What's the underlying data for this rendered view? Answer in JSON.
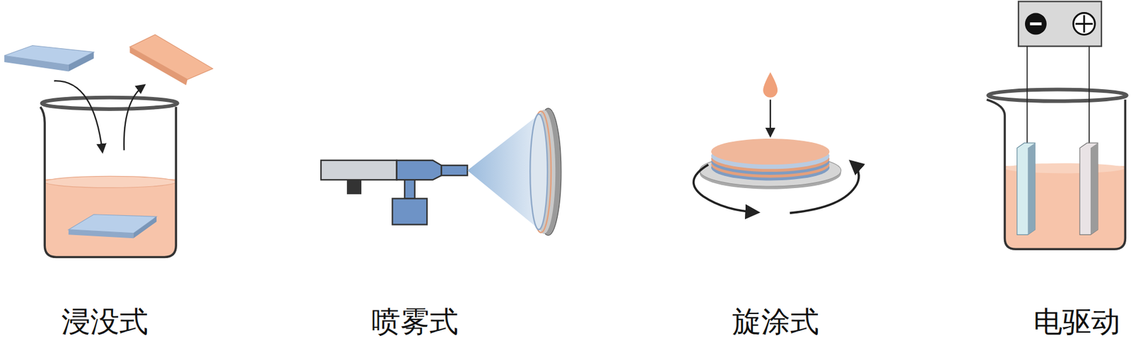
{
  "diagram": {
    "labels": [
      "浸没式",
      "喷雾式",
      "旋涂式",
      "电驱动"
    ]
  }
}
